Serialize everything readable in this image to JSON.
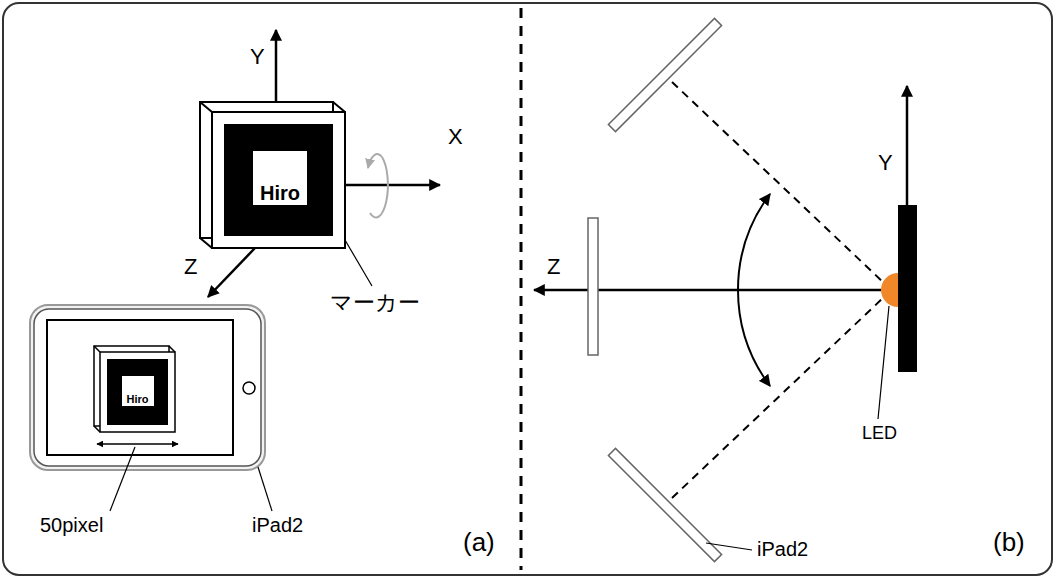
{
  "diagram": {
    "nodes": [
      {
        "text": [
          "Hiro"
        ]
      },
      {
        "text": [
          "Hiro"
        ]
      }
    ],
    "labels": [
      "Y",
      "X",
      "Z",
      "マーカー",
      "50pixel",
      "iPad2",
      "(a)",
      "Y",
      "Z",
      "LED",
      "iPad2",
      "(b)"
    ]
  }
}
